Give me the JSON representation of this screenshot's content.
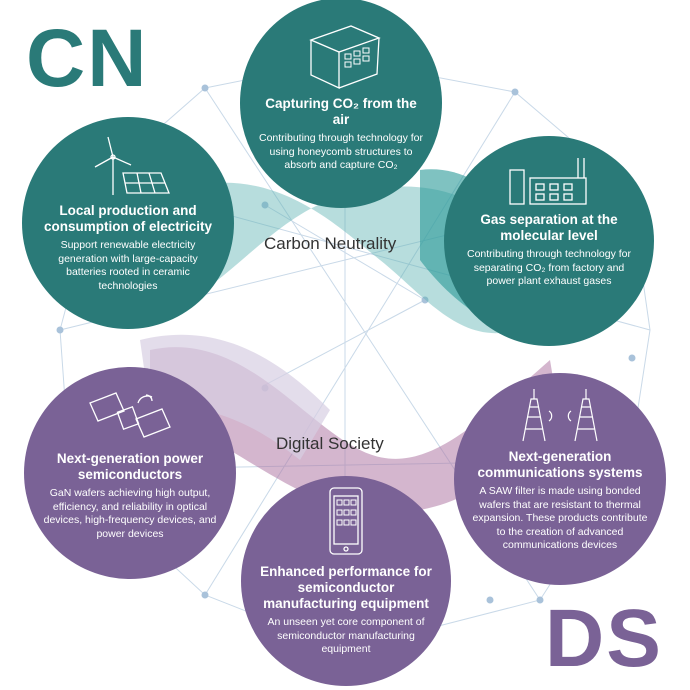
{
  "corner_labels": {
    "top_left": "CN",
    "bottom_right": "DS"
  },
  "band_labels": {
    "carbon": "Carbon Neutrality",
    "digital": "Digital Society"
  },
  "colors": {
    "teal": "#2a7a78",
    "purple": "#7a6296",
    "lattice": "#b9cde0"
  },
  "circles": [
    {
      "id": "capture",
      "title": "Capturing CO₂ from the air",
      "desc": "Contributing through technology for using honeycomb structures to absorb and capture CO₂",
      "icon": "honeycomb-building-icon"
    },
    {
      "id": "local",
      "title": "Local production and consumption of electricity",
      "desc": "Support renewable electricity generation with large-capacity batteries rooted in ceramic technologies",
      "icon": "wind-turbine-solar-panel-icon"
    },
    {
      "id": "gas",
      "title": "Gas separation at the molecular level",
      "desc": "Contributing through technology for separating CO₂ from factory and power plant exhaust gases",
      "icon": "factory-icon"
    },
    {
      "id": "power",
      "title": "Next-generation power semiconductors",
      "desc": "GaN wafers achieving high output, efficiency, and reliability in optical devices, high-frequency devices, and power devices",
      "icon": "satellite-icon"
    },
    {
      "id": "comm",
      "title": "Next-generation communications systems",
      "desc": "A SAW filter is made using bonded wafers that are resistant to thermal expansion. These products contribute to the creation of advanced communications devices",
      "icon": "radio-towers-icon"
    },
    {
      "id": "equip",
      "title": "Enhanced performance for semiconductor manufacturing equipment",
      "desc": "An unseen yet core component of semiconductor manufacturing equipment",
      "icon": "smartphone-icon"
    }
  ]
}
